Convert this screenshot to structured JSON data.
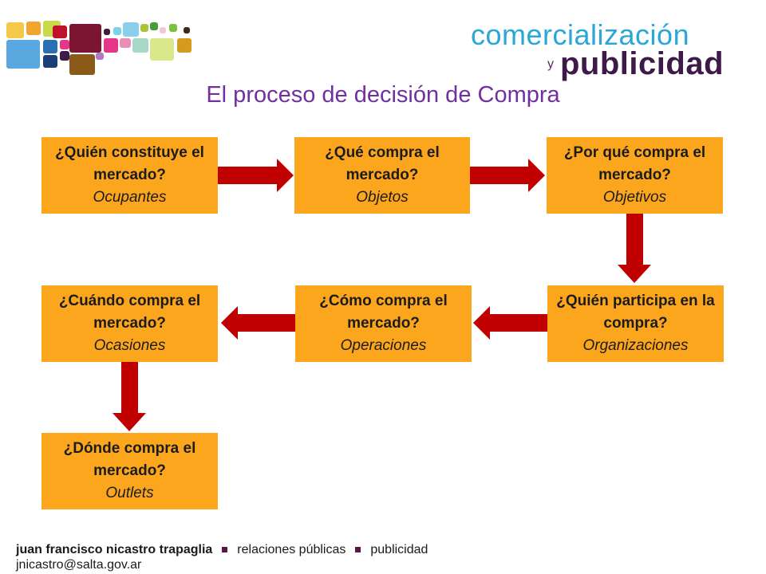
{
  "header": {
    "brand_line1": "comercialización",
    "brand_connector": "y",
    "brand_line2": "publicidad"
  },
  "title": "El proceso de decisión de Compra",
  "diagram": {
    "boxes": [
      {
        "question": "¿Quién constituye el mercado?",
        "answer": "Ocupantes"
      },
      {
        "question": "¿Qué compra el mercado?",
        "answer": "Objetos"
      },
      {
        "question": "¿Por qué compra el mercado?",
        "answer": "Objetivos"
      },
      {
        "question": "¿Quién participa en la compra?",
        "answer": "Organizaciones"
      },
      {
        "question": "¿Cómo compra el mercado?",
        "answer": "Operaciones"
      },
      {
        "question": "¿Cuándo compra el mercado?",
        "answer": "Ocasiones"
      },
      {
        "question": "¿Dónde compra el mercado?",
        "answer": "Outlets"
      }
    ],
    "box_color": "#fba61c",
    "arrow_color": "#c00000"
  },
  "footer": {
    "name": "juan francisco nicastro trapaglia",
    "role1": "relaciones públicas",
    "role2": "publicidad",
    "email": "jnicastro@salta.gov.ar"
  },
  "colors": {
    "title": "#7030a0",
    "brand_blue": "#2aa7d6",
    "brand_dark": "#3e1a48"
  }
}
